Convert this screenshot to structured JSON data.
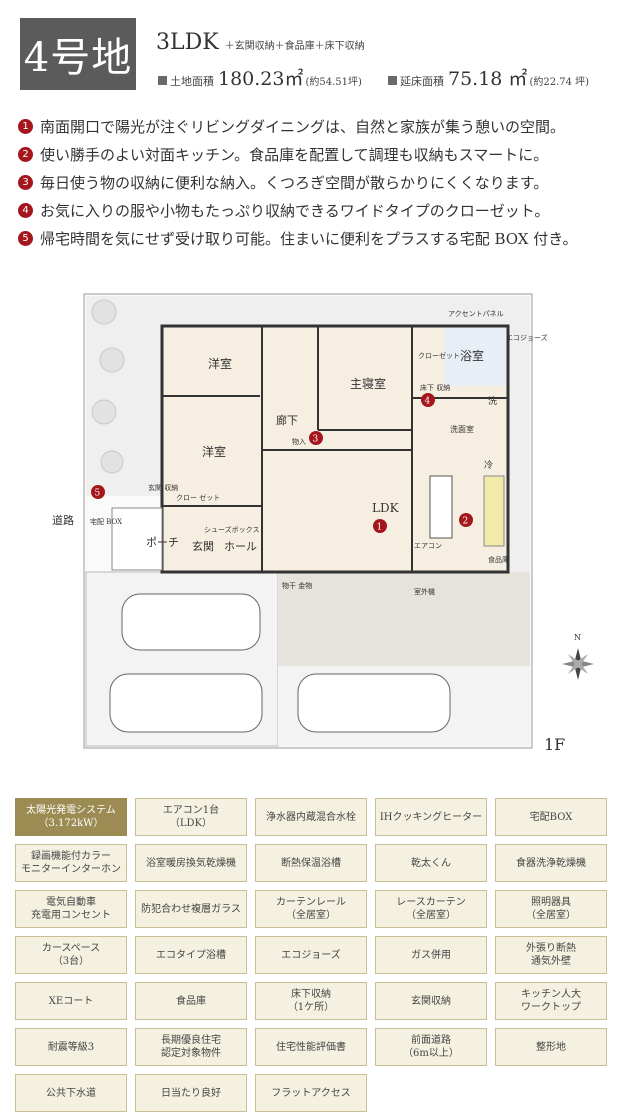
{
  "header": {
    "lot": "4号地",
    "plan_type": "3LDK",
    "plan_extras": "＋玄関収納＋食品庫＋床下収納",
    "land_area": {
      "label": "土地面積",
      "value": "180.23㎡",
      "note": "(約54.51坪)"
    },
    "floor_area": {
      "label": "延床面積",
      "value": "75.18 ㎡",
      "note": "(約22.74 坪)"
    }
  },
  "features": [
    {
      "num": "1",
      "text": "南面開口で陽光が注ぐリビングダイニングは、自然と家族が集う憩いの空間。"
    },
    {
      "num": "2",
      "text": "使い勝手のよい対面キッチン。食品庫を配置して調理も収納もスマートに。"
    },
    {
      "num": "3",
      "text": "毎日使う物の収納に便利な納入。くつろぎ空間が散らかりにくくなります。"
    },
    {
      "num": "4",
      "text": "お気に入りの服や小物もたっぷり収納できるワイドタイプのクローゼット。"
    },
    {
      "num": "5",
      "text": "帰宅時間を気にせず受け取り可能。住まいに便利をプラスする宅配 BOX 付き。"
    }
  ],
  "floorplan": {
    "floor_label": "1F",
    "rooms": {
      "western_1": "洋室",
      "western_2": "洋室",
      "master": "主寝室",
      "bath": "浴室",
      "ldk": "LDK",
      "hall": "廊下",
      "entrance": "玄関",
      "entry_hall": "ホール",
      "porch": "ポーチ",
      "road": "道路",
      "washroom": "洗面室"
    },
    "labels": {
      "accent_panel": "アクセントパネル",
      "ecojozu": "エコジョーズ",
      "closet_v": "クローゼット",
      "closet_small": "クロー\nゼット",
      "wash": "洗",
      "fridge": "冷",
      "underfloor": "床下\n収納",
      "storage": "物入",
      "shoebox": "シューズボックス",
      "aircon": "エアコン",
      "outdoor_unit": "室外機",
      "pantry": "食品庫",
      "delivery_box": "宅配\nBOX",
      "laundry": "物干\n金物",
      "entrance_storage": "玄関\n収納"
    },
    "markers": [
      "1",
      "2",
      "3",
      "4",
      "5"
    ]
  },
  "equipment": [
    {
      "label": "太陽光発電システム\n（3.172kW）",
      "highlight": true
    },
    {
      "label": "エアコン1台\n（LDK）"
    },
    {
      "label": "浄水器内蔵混合水栓"
    },
    {
      "label": "IHクッキングヒーター"
    },
    {
      "label": "宅配BOX"
    },
    {
      "label": "録画機能付カラー\nモニターインターホン"
    },
    {
      "label": "浴室暖房換気乾燥機"
    },
    {
      "label": "断熱保温浴槽"
    },
    {
      "label": "乾太くん"
    },
    {
      "label": "食器洗浄乾燥機"
    },
    {
      "label": "電気自動車\n充電用コンセント"
    },
    {
      "label": "防犯合わせ複層ガラス"
    },
    {
      "label": "カーテンレール\n（全居室）"
    },
    {
      "label": "レースカーテン\n（全居室）"
    },
    {
      "label": "照明器具\n（全居室）"
    },
    {
      "label": "カースペース\n（3台）"
    },
    {
      "label": "エコタイプ浴槽"
    },
    {
      "label": "エコジョーズ"
    },
    {
      "label": "ガス併用"
    },
    {
      "label": "外張り断熱\n通気外壁"
    },
    {
      "label": "XEコート"
    },
    {
      "label": "食品庫"
    },
    {
      "label": "床下収納\n（1ケ所）"
    },
    {
      "label": "玄関収納"
    },
    {
      "label": "キッチン人大\nワークトップ"
    },
    {
      "label": "耐震等級3"
    },
    {
      "label": "長期優良住宅\n認定対象物件"
    },
    {
      "label": "住宅性能評価書"
    },
    {
      "label": "前面道路\n（6m以上）"
    },
    {
      "label": "整形地"
    },
    {
      "label": "公共下水道"
    },
    {
      "label": "日当たり良好"
    },
    {
      "label": "フラットアクセス"
    }
  ]
}
